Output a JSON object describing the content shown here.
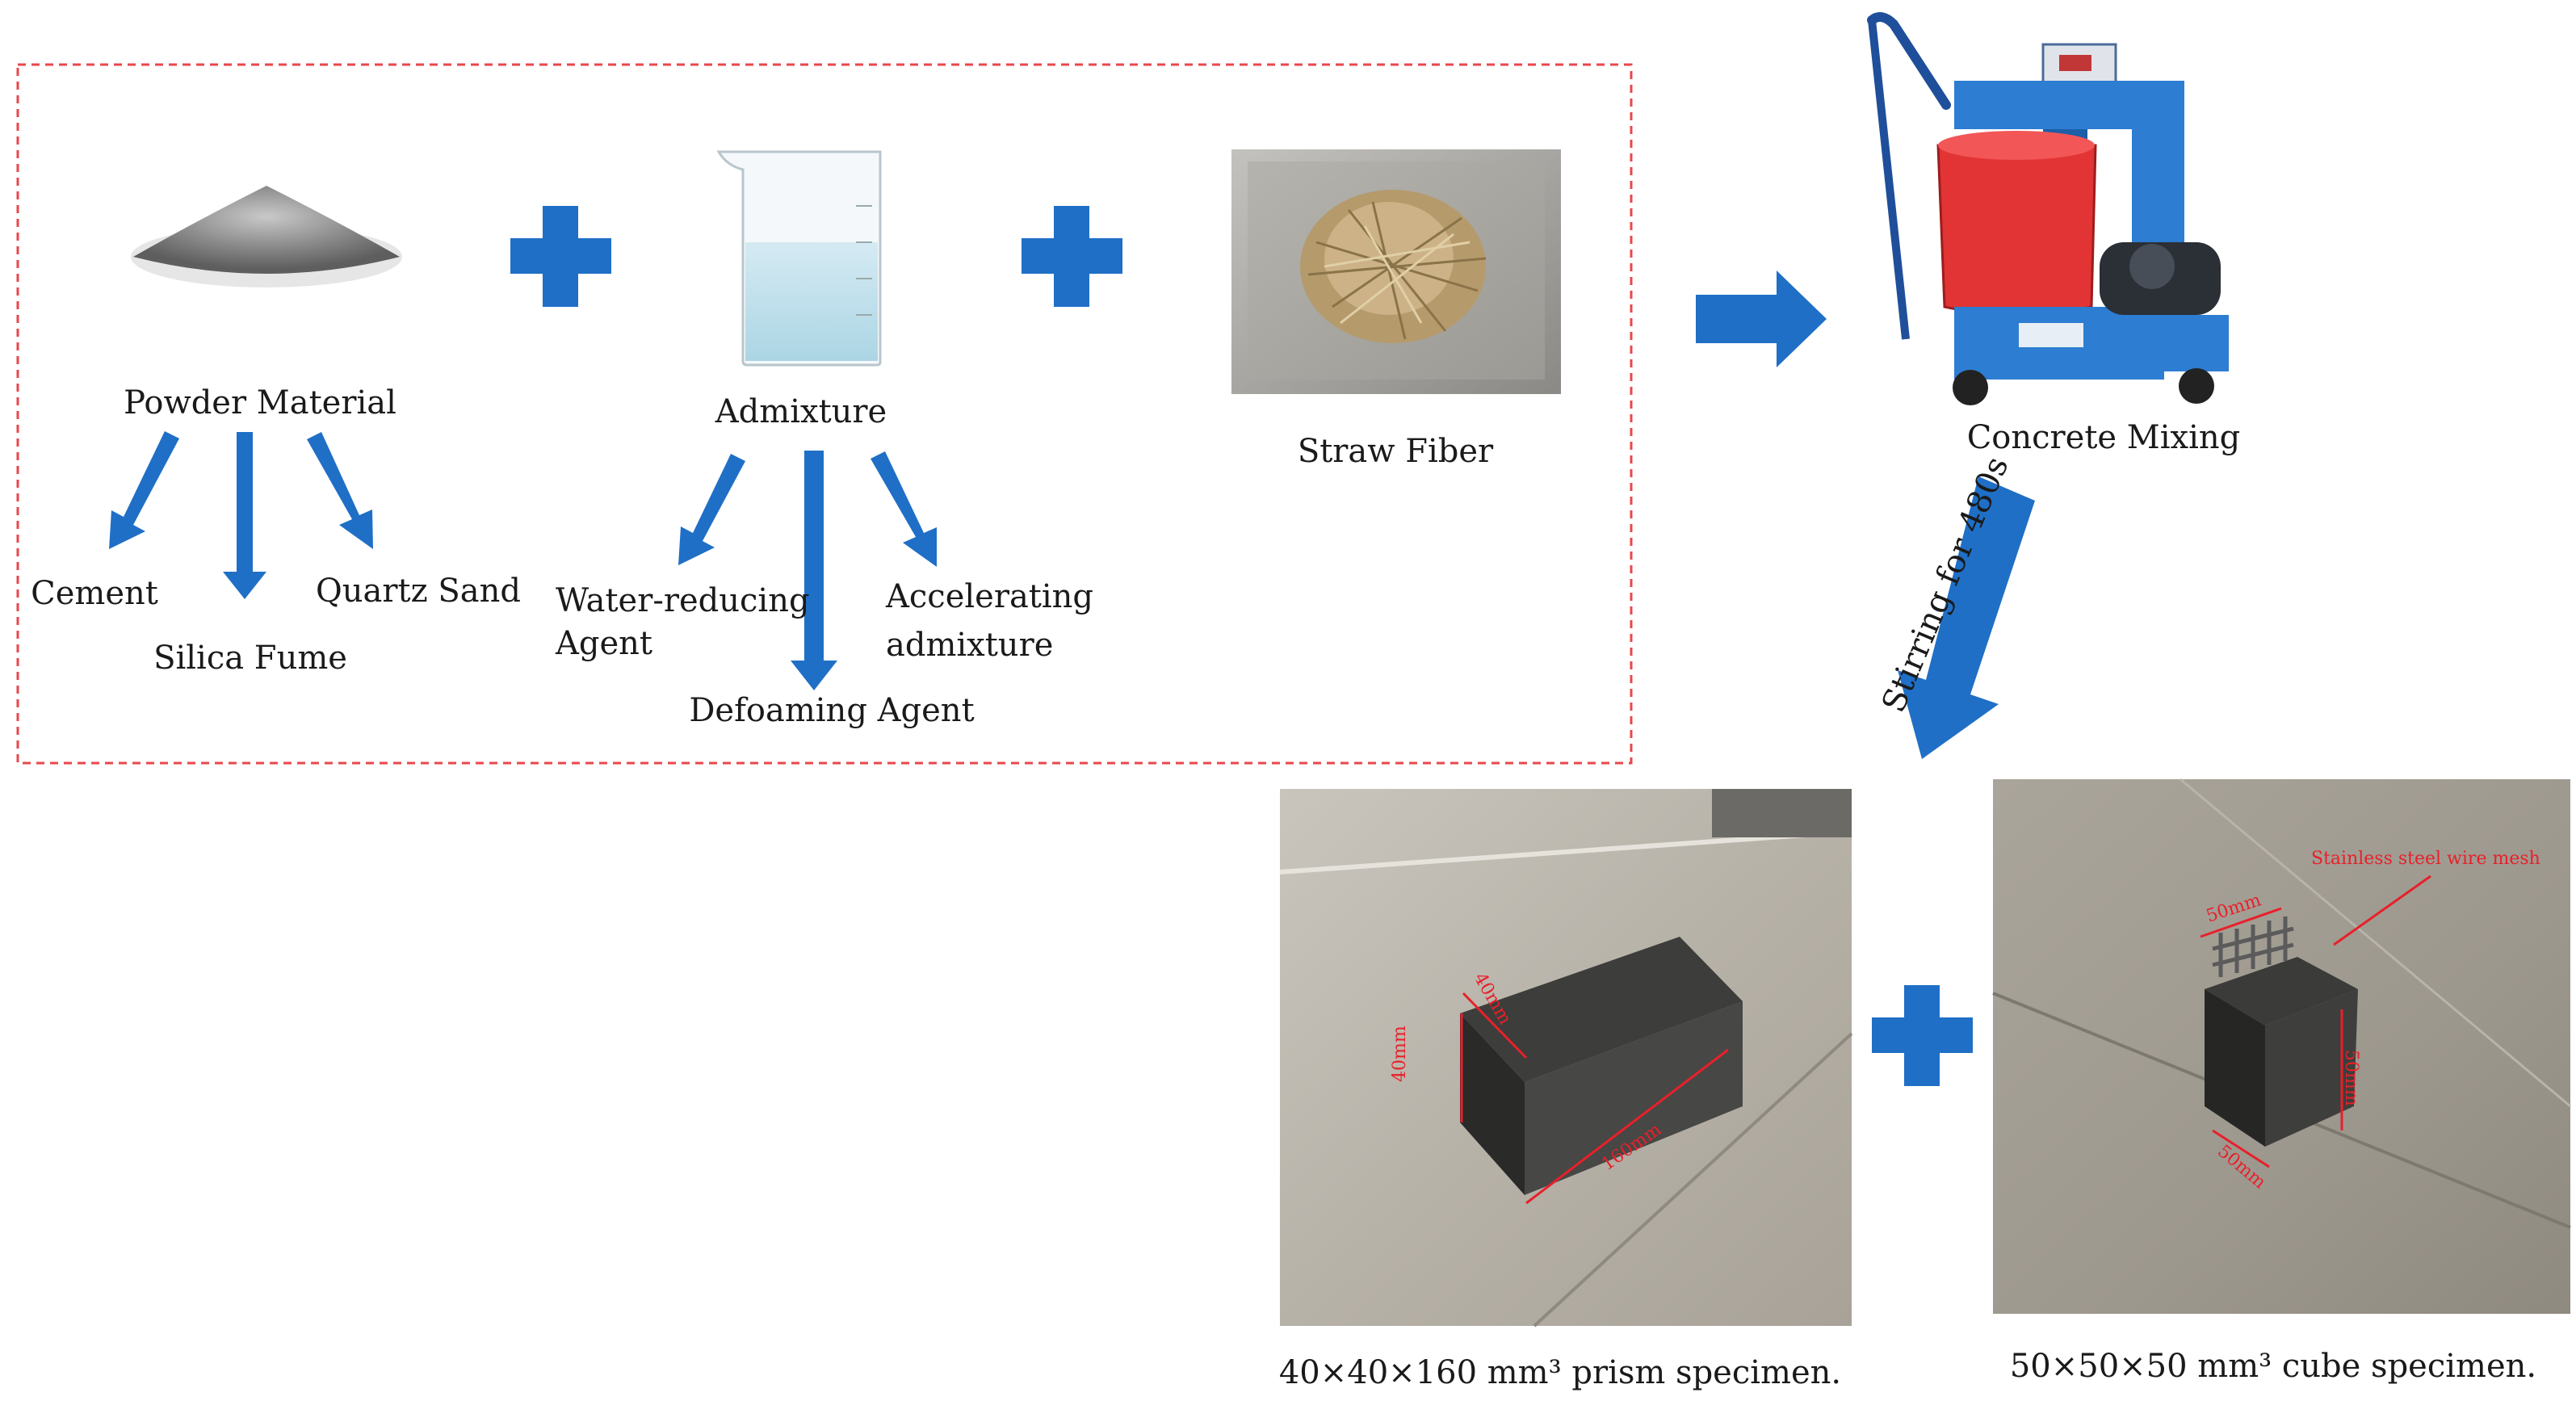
{
  "colors": {
    "arrow": "#1f6fc6",
    "plus": "#1f6fc6",
    "dashed_border": "#e8474c",
    "annotation": "#e8202a"
  },
  "materials": {
    "powder": {
      "label": "Powder Material",
      "outputs": [
        "Cement",
        "Silica Fume",
        "Quartz Sand"
      ]
    },
    "admixture": {
      "label": "Admixture",
      "outputs": {
        "water_reducing_line1": "Water-reducing",
        "water_reducing_line2": "Agent",
        "defoaming": "Defoaming Agent",
        "accelerating_line1": "Accelerating",
        "accelerating_line2": "admixture"
      }
    },
    "straw": {
      "label": "Straw Fiber"
    }
  },
  "mixer": {
    "label": "Concrete Mixing"
  },
  "stirring": {
    "label": "Stirring for 480s"
  },
  "specimens": {
    "prism": {
      "caption": "40×40×160 mm³ prism specimen.",
      "dims": [
        "40mm",
        "40mm",
        "160mm"
      ]
    },
    "cube": {
      "caption": "50×50×50 mm³ cube specimen.",
      "dims": [
        "50mm",
        "50mm",
        "50mm"
      ],
      "mesh_label": "Stainless steel wire mesh"
    }
  },
  "icons": [
    "powder-pile-icon",
    "beaker-icon",
    "straw-fiber-photo",
    "mixer-machine-icon",
    "plus-icon",
    "arrow-icon"
  ]
}
